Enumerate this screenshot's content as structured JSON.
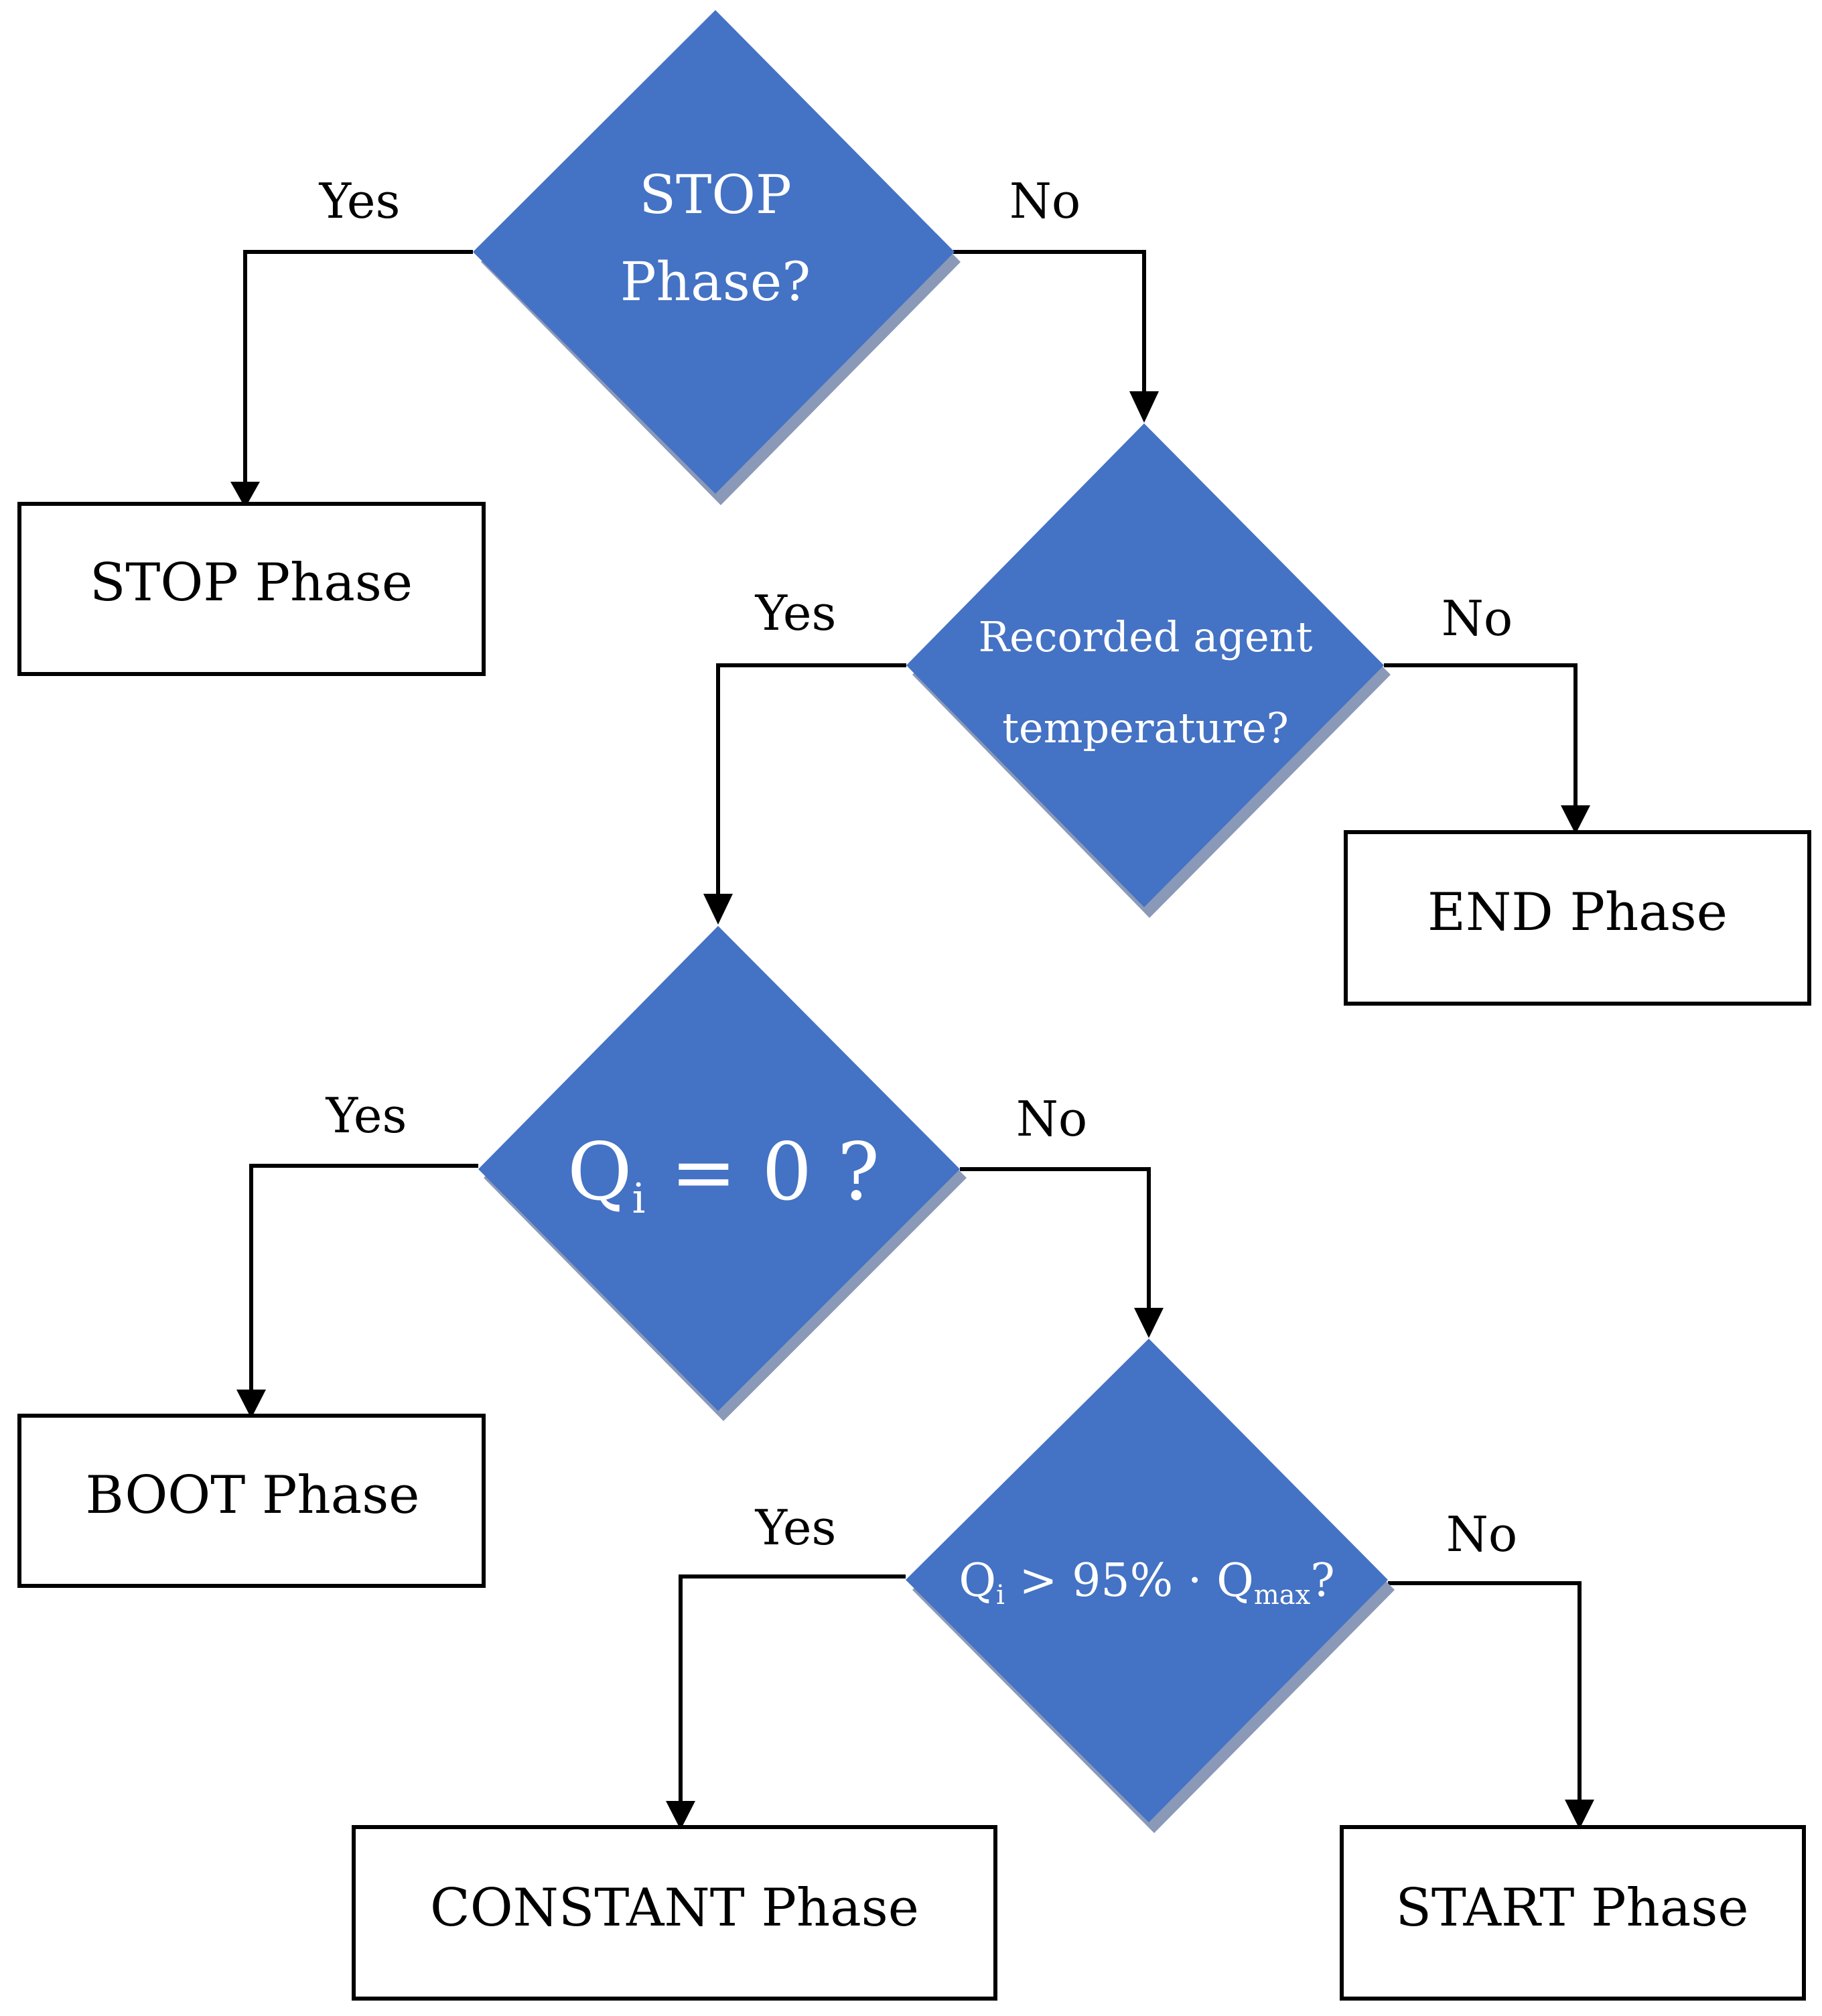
{
  "decisions": {
    "stop_phase": {
      "line1": "STOP",
      "line2": "Phase?"
    },
    "recorded_temp": {
      "line1": "Recorded agent",
      "line2": "temperature?"
    },
    "qi_zero": {
      "q": "Q",
      "sub": "i",
      "rest": " = 0 ?"
    },
    "qi_threshold": {
      "q": "Q",
      "sub": "i",
      "mid": " > 95% · Q",
      "sub2": "max",
      "end": "?"
    }
  },
  "outcomes": {
    "stop": "STOP Phase",
    "end": "END Phase",
    "boot": "BOOT Phase",
    "constant": "CONSTANT Phase",
    "start": "START Phase"
  },
  "edge_labels": {
    "d1_yes": "Yes",
    "d1_no": "No",
    "d2_yes": "Yes",
    "d2_no": "No",
    "d3_yes": "Yes",
    "d3_no": "No",
    "d4_yes": "Yes",
    "d4_no": "No"
  },
  "colors": {
    "decision_fill": "#4472C4",
    "decision_shadow": "#8A99B8",
    "line": "#000000"
  }
}
